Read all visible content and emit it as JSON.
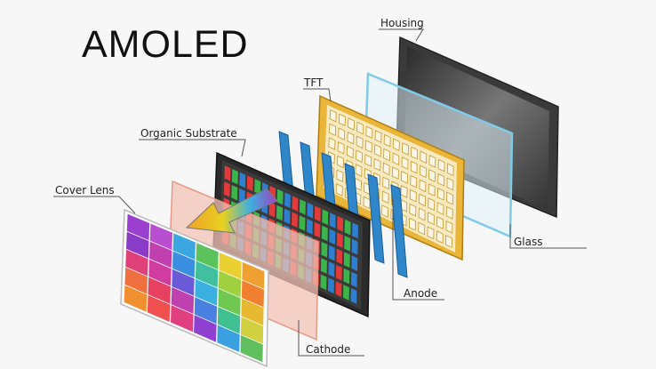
{
  "title": "AMOLED",
  "labels": {
    "housing": "Housing",
    "tft": "TFT",
    "organic_substrate": "Organic Substrate",
    "cover_lens": "Cover Lens",
    "glass": "Glass",
    "anode": "Anode",
    "cathode": "Cathode"
  },
  "colors": {
    "housing_frame": "#3a3a3a",
    "tft_gold": "#e9b63a",
    "anode_blue": "#2f86c8",
    "cathode_pink": "#f3c3b5",
    "glass_blue": "#9fdcf2",
    "arrow_orange": "#f07a28"
  }
}
